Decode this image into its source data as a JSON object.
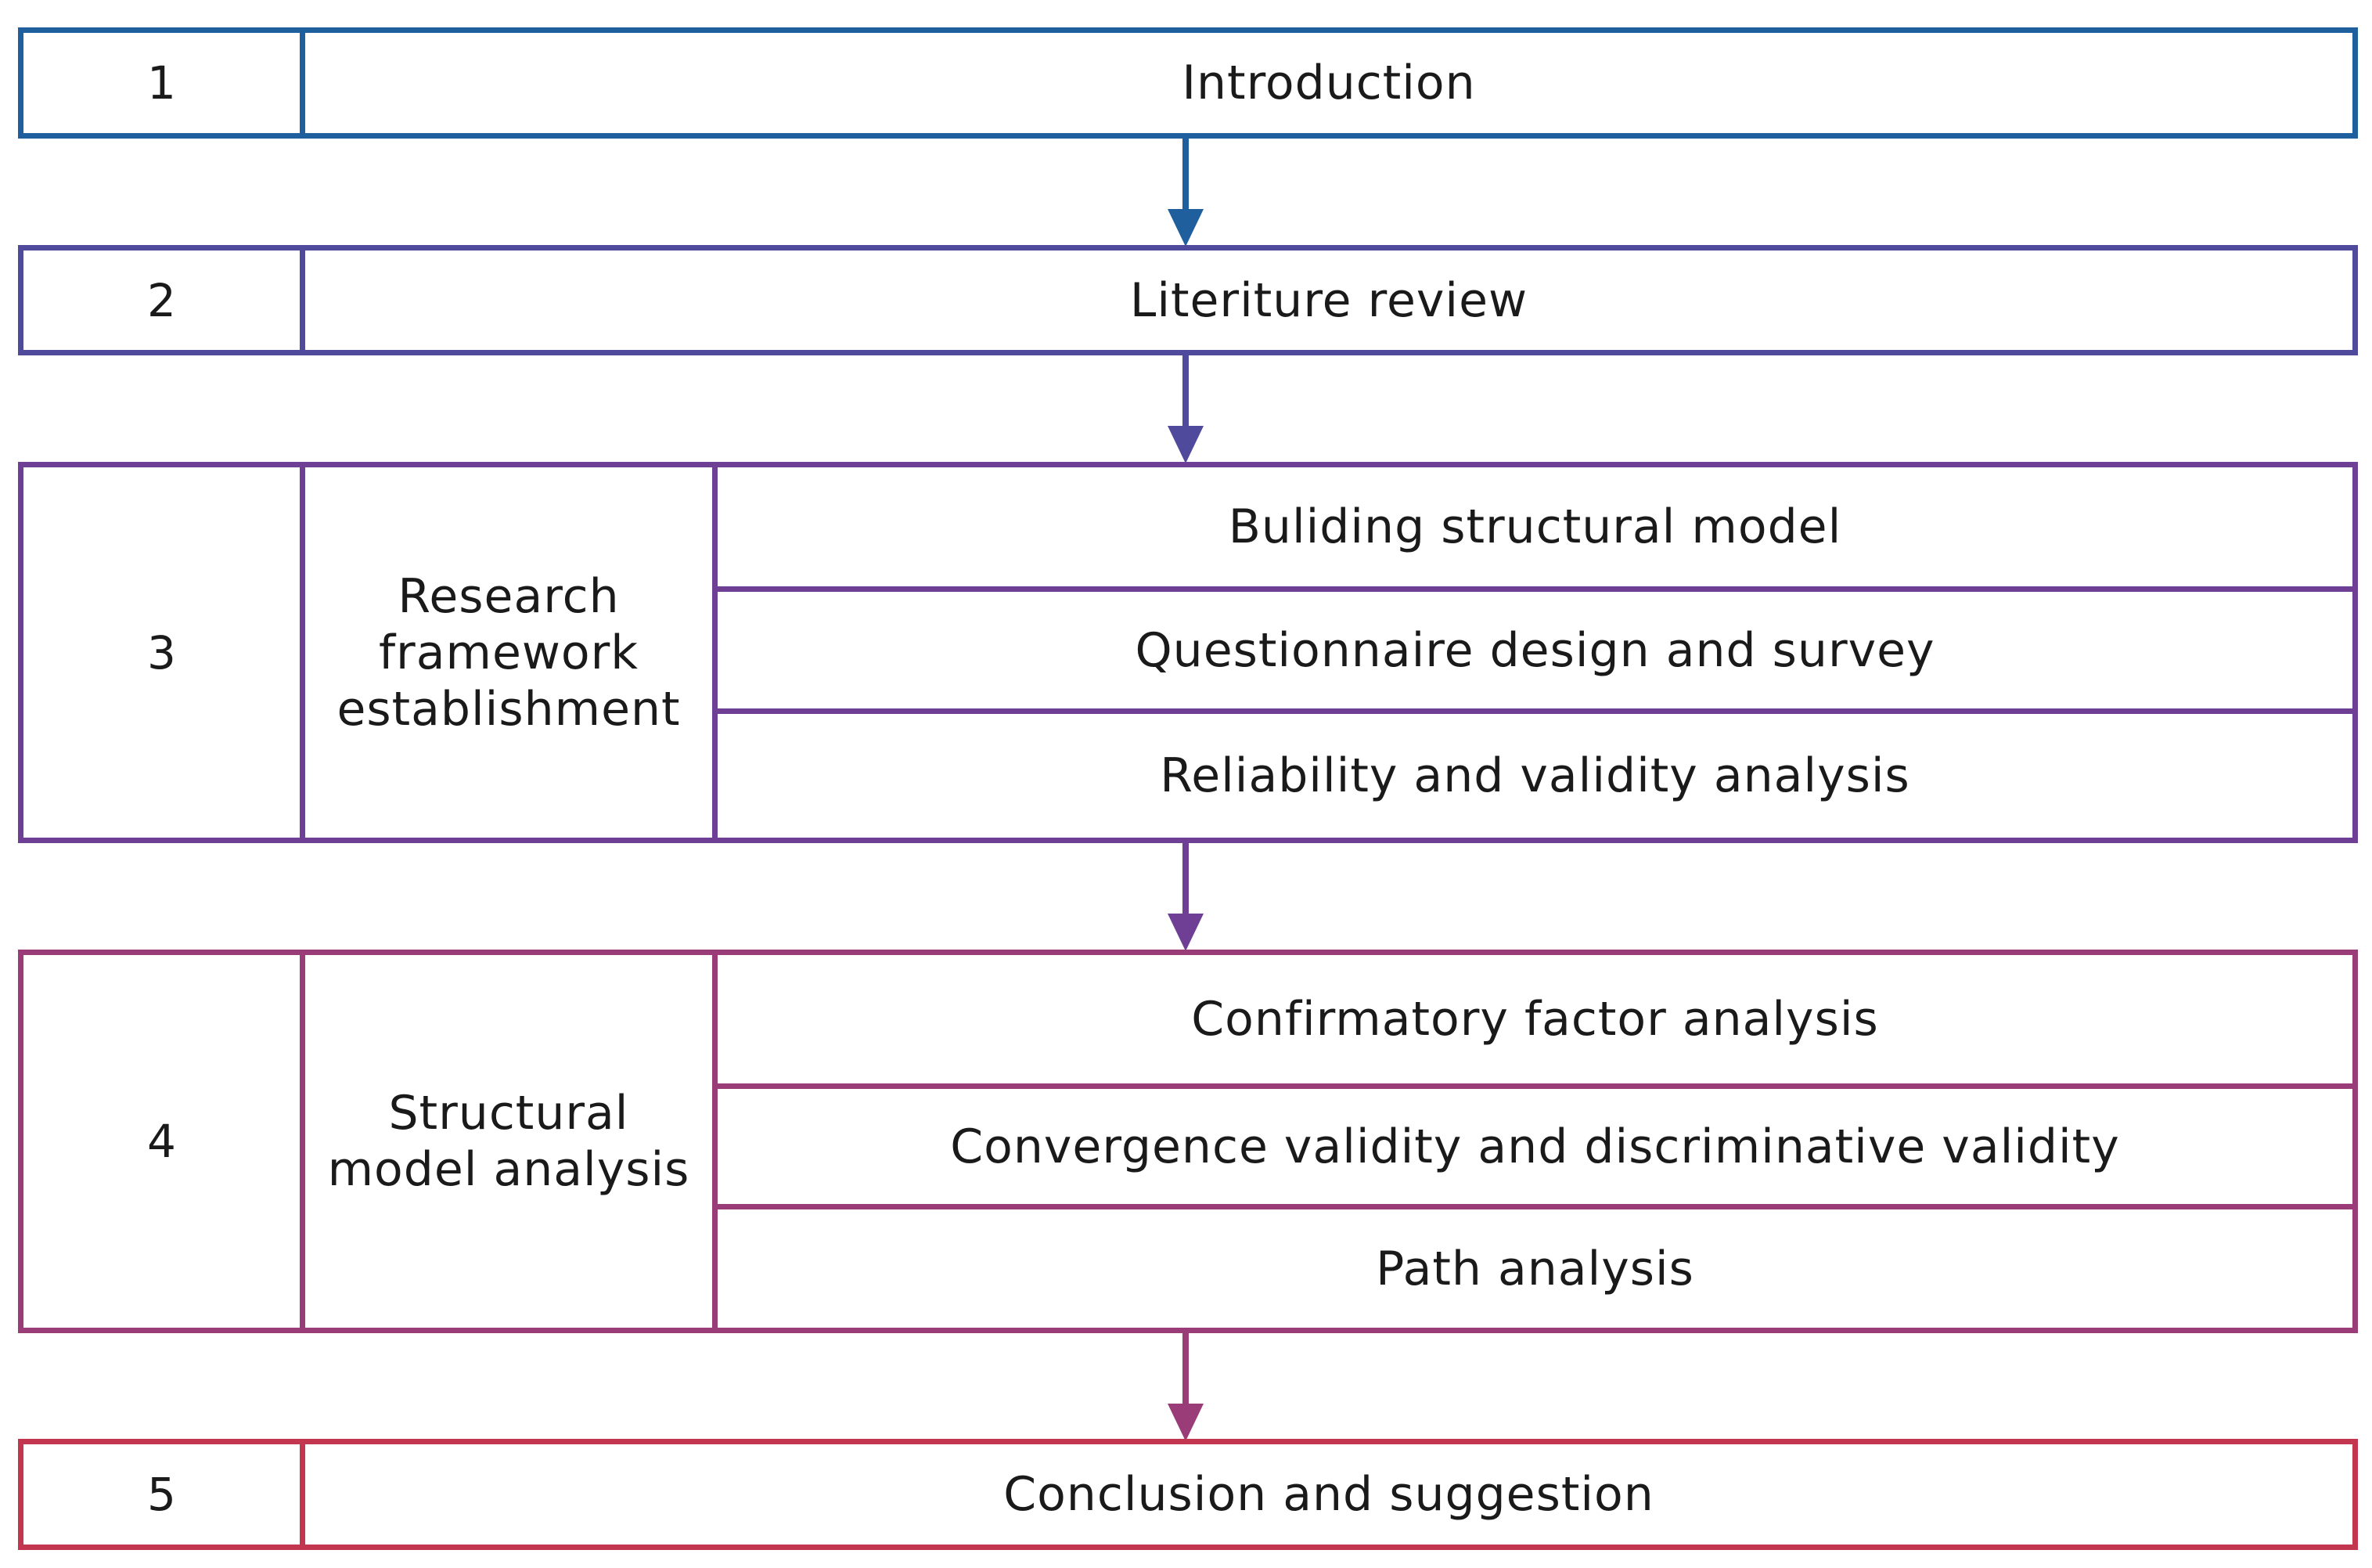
{
  "colors": {
    "s1": "#1f5f9e",
    "s2": "#4f4a9b",
    "s3": "#6e3f94",
    "s4": "#9a3c78",
    "s5": "#c2374f"
  },
  "steps": [
    {
      "number": "1",
      "title": "Introduction"
    },
    {
      "number": "2",
      "title": "Literiture review"
    },
    {
      "number": "3",
      "label_lines": [
        "Research",
        "framework",
        "establishment"
      ],
      "subitems": [
        "Buliding structural model",
        "Questionnaire design and survey",
        "Reliability and validity analysis"
      ]
    },
    {
      "number": "4",
      "label_lines": [
        "Structural",
        "model analysis"
      ],
      "subitems": [
        "Confirmatory factor analysis",
        "Convergence validity and discriminative validity",
        "Path analysis"
      ]
    },
    {
      "number": "5",
      "title": "Conclusion and suggestion"
    }
  ]
}
